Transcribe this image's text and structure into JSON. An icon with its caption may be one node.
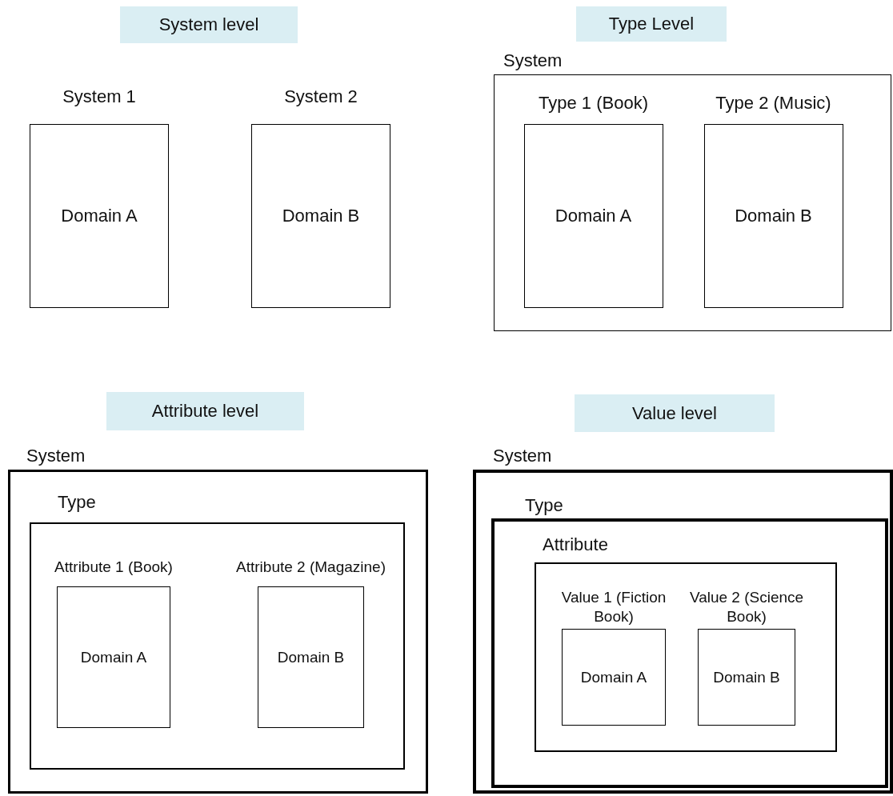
{
  "diagram": {
    "nodes": [
      {
        "text": [
          "System level"
        ]
      },
      {
        "text": [
          "System 1",
          "Domain A"
        ]
      },
      {
        "text": [
          "System 2",
          "Domain B"
        ]
      },
      {
        "text": [
          "Type Level"
        ]
      },
      {
        "text": [
          "System"
        ]
      },
      {
        "text": [
          "Type 1 (Book)",
          "Domain A"
        ],
        "in": 4
      },
      {
        "text": [
          "Type 2 (Music)",
          "Domain B"
        ],
        "in": 4
      },
      {
        "text": [
          "Attribute level"
        ]
      },
      {
        "text": [
          "System"
        ]
      },
      {
        "text": [
          "Type"
        ],
        "in": 8
      },
      {
        "text": [
          "Attribute 1 (Book)",
          "Domain A"
        ],
        "in": 9
      },
      {
        "text": [
          "Attribute 2 (Magazine)",
          "Domain B"
        ],
        "in": 9
      },
      {
        "text": [
          "Value level"
        ]
      },
      {
        "text": [
          "System"
        ]
      },
      {
        "text": [
          "Type"
        ],
        "in": 13
      },
      {
        "text": [
          "Attribute"
        ],
        "in": 14
      },
      {
        "text": [
          "Value 1 (Fiction Book)",
          "Domain A"
        ],
        "in": 15
      },
      {
        "text": [
          "Value 2 (Science Book)",
          "Domain B"
        ],
        "in": 15
      }
    ]
  }
}
